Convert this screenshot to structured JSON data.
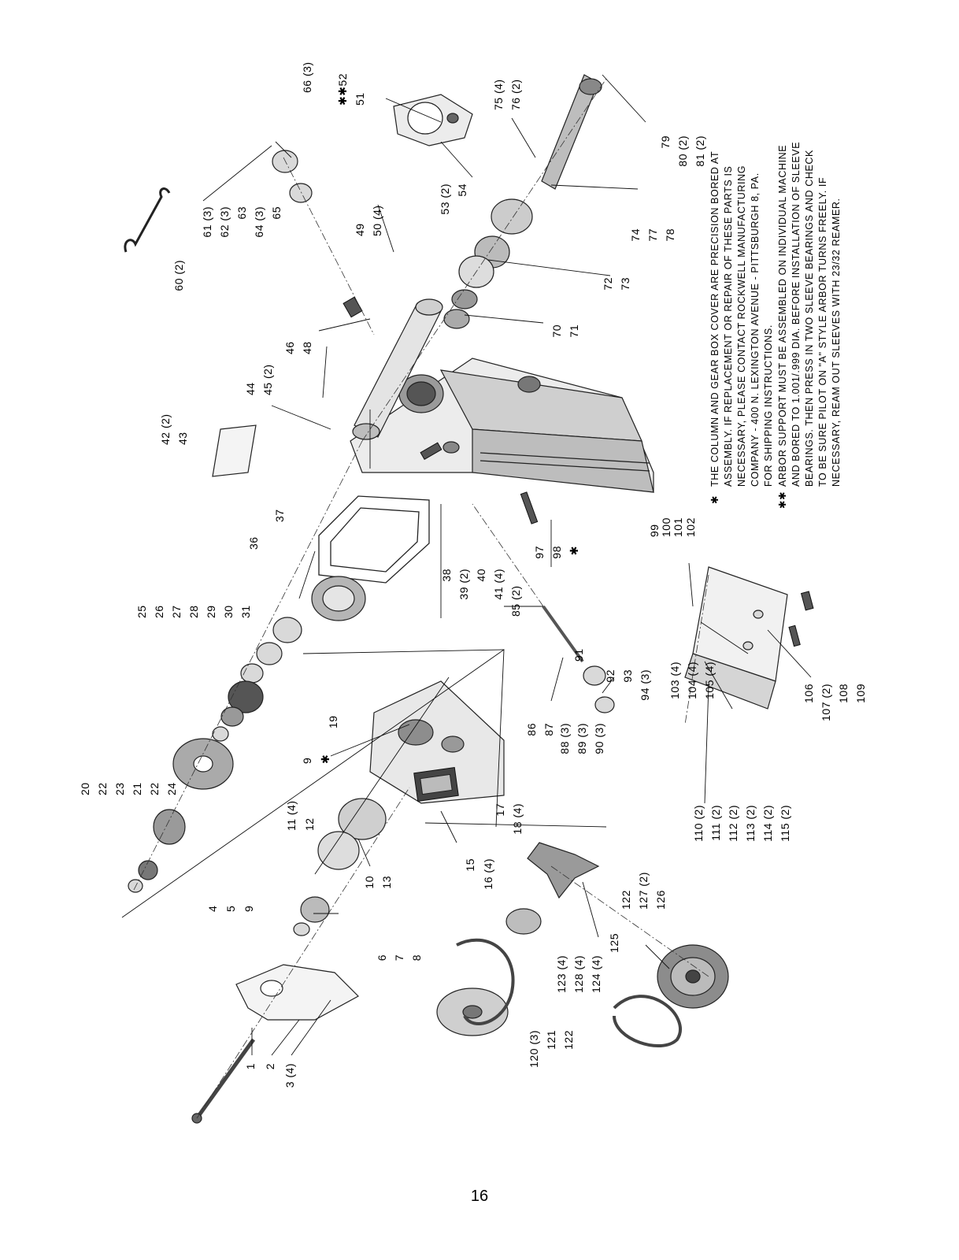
{
  "page_number": "16",
  "callouts": [
    "1",
    "2",
    "3 (4)",
    "4",
    "5",
    "9",
    "6",
    "7",
    "8",
    "11 (4)",
    "12",
    "10",
    "13",
    "9",
    "✱",
    "19",
    "15",
    "16 (4)",
    "17",
    "18 (4)",
    "20",
    "22",
    "23",
    "21",
    "22",
    "24",
    "25",
    "26",
    "27",
    "28",
    "29",
    "30",
    "31",
    "36",
    "37",
    "38",
    "39 (2)",
    "40",
    "41 (4)",
    "42 (2)",
    "43",
    "44",
    "45 (2)",
    "46",
    "48",
    "49",
    "50 (4)",
    "51",
    "✱✱52",
    "53 (2)",
    "54",
    "60 (2)",
    "61 (3)",
    "62 (3)",
    "63",
    "64 (3)",
    "65",
    "66 (3)",
    "70",
    "71",
    "72",
    "73",
    "74",
    "77",
    "78",
    "75 (4)",
    "76 (2)",
    "79",
    "80 (2)",
    "81 (2)",
    "85 (2)",
    "91",
    "86",
    "87",
    "88 (3)",
    "89 (3)",
    "90 (3)",
    "92",
    "93",
    "94 (3)",
    "97",
    "98",
    "✱",
    "99",
    "100",
    "101",
    "102",
    "103 (4)",
    "104 (4)",
    "105 (4)",
    "106",
    "107 (2)",
    "108",
    "109",
    "110 (2)",
    "111 (2)",
    "112 (2)",
    "113 (2)",
    "114 (2)",
    "115 (2)",
    "120 (3)",
    "121",
    "122",
    "123 (4)",
    "128 (4)",
    "124 (4)",
    "125",
    "122",
    "127 (2)",
    "126"
  ],
  "notes": {
    "star_mark": "✱",
    "star_lines": [
      "THE COLUMN AND GEAR BOX COVER ARE PRECISION BORED AT",
      "ASSEMBLY. IF REPLACEMENT OR REPAIR OF THESE PARTS IS",
      "NECESSARY, PLEASE CONTACT ROCKWELL MANUFACTURING",
      "COMPANY - 400 N. LEXINGTON AVENUE - PITTSBURGH 8, PA.",
      "FOR SHIPPING INSTRUCTIONS."
    ],
    "double_star_mark": "✱✱",
    "double_star_lines": [
      "ARBOR SUPPORT MUST BE ASSEMBLED ON INDIVIDUAL MACHINE",
      "AND BORED TO 1.001/.999 DIA. BEFORE INSTALLATION OF SLEEVE",
      "BEARINGS.  THEN PRESS IN TWO SLEEVE BEARINGS AND CHECK",
      "TO BE SURE PILOT ON \"A\" STYLE ARBOR TURNS FREELY. IF",
      "NECESSARY, REAM OUT SLEEVES WITH 23/32 REAMER."
    ]
  }
}
